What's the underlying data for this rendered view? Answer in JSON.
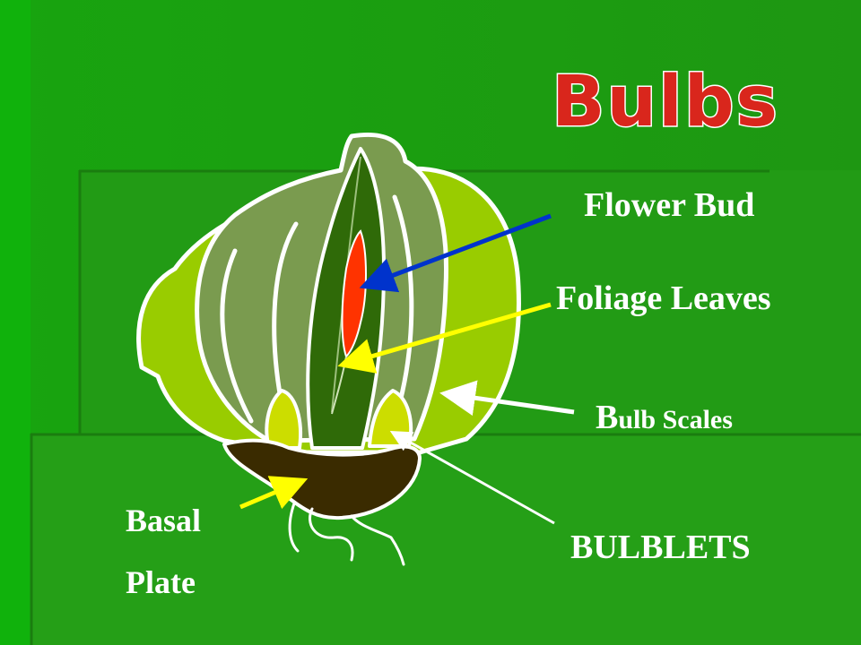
{
  "title": "Bulbs",
  "labels": {
    "flower_bud": "Flower Bud",
    "foliage_leaves": "Foliage Leaves",
    "bulb_scales_initial": "B",
    "bulb_scales_rest": "ulb Scales",
    "bulblets": "BULBLETS",
    "basal": "Basal",
    "plate": "Plate"
  },
  "colors": {
    "background": "#1f9a12",
    "panel": "#259e18",
    "title_fill": "#d9261c",
    "title_outline": "#ffffff",
    "label_text": "#ffffff",
    "outer_scale": "#99cc00",
    "inner_scale": "#7a9b4f",
    "foliage": "#2f6a08",
    "flower_bud": "#ff3300",
    "bulblet": "#ccdd00",
    "basal_plate": "#3a2b00",
    "arrow_flower_bud": "#0033cc",
    "arrow_foliage": "#ffff00",
    "arrow_bulb_scales": "#ffffff",
    "arrow_bulblets": "#ffffff",
    "arrow_basal_plate": "#ffff00"
  }
}
